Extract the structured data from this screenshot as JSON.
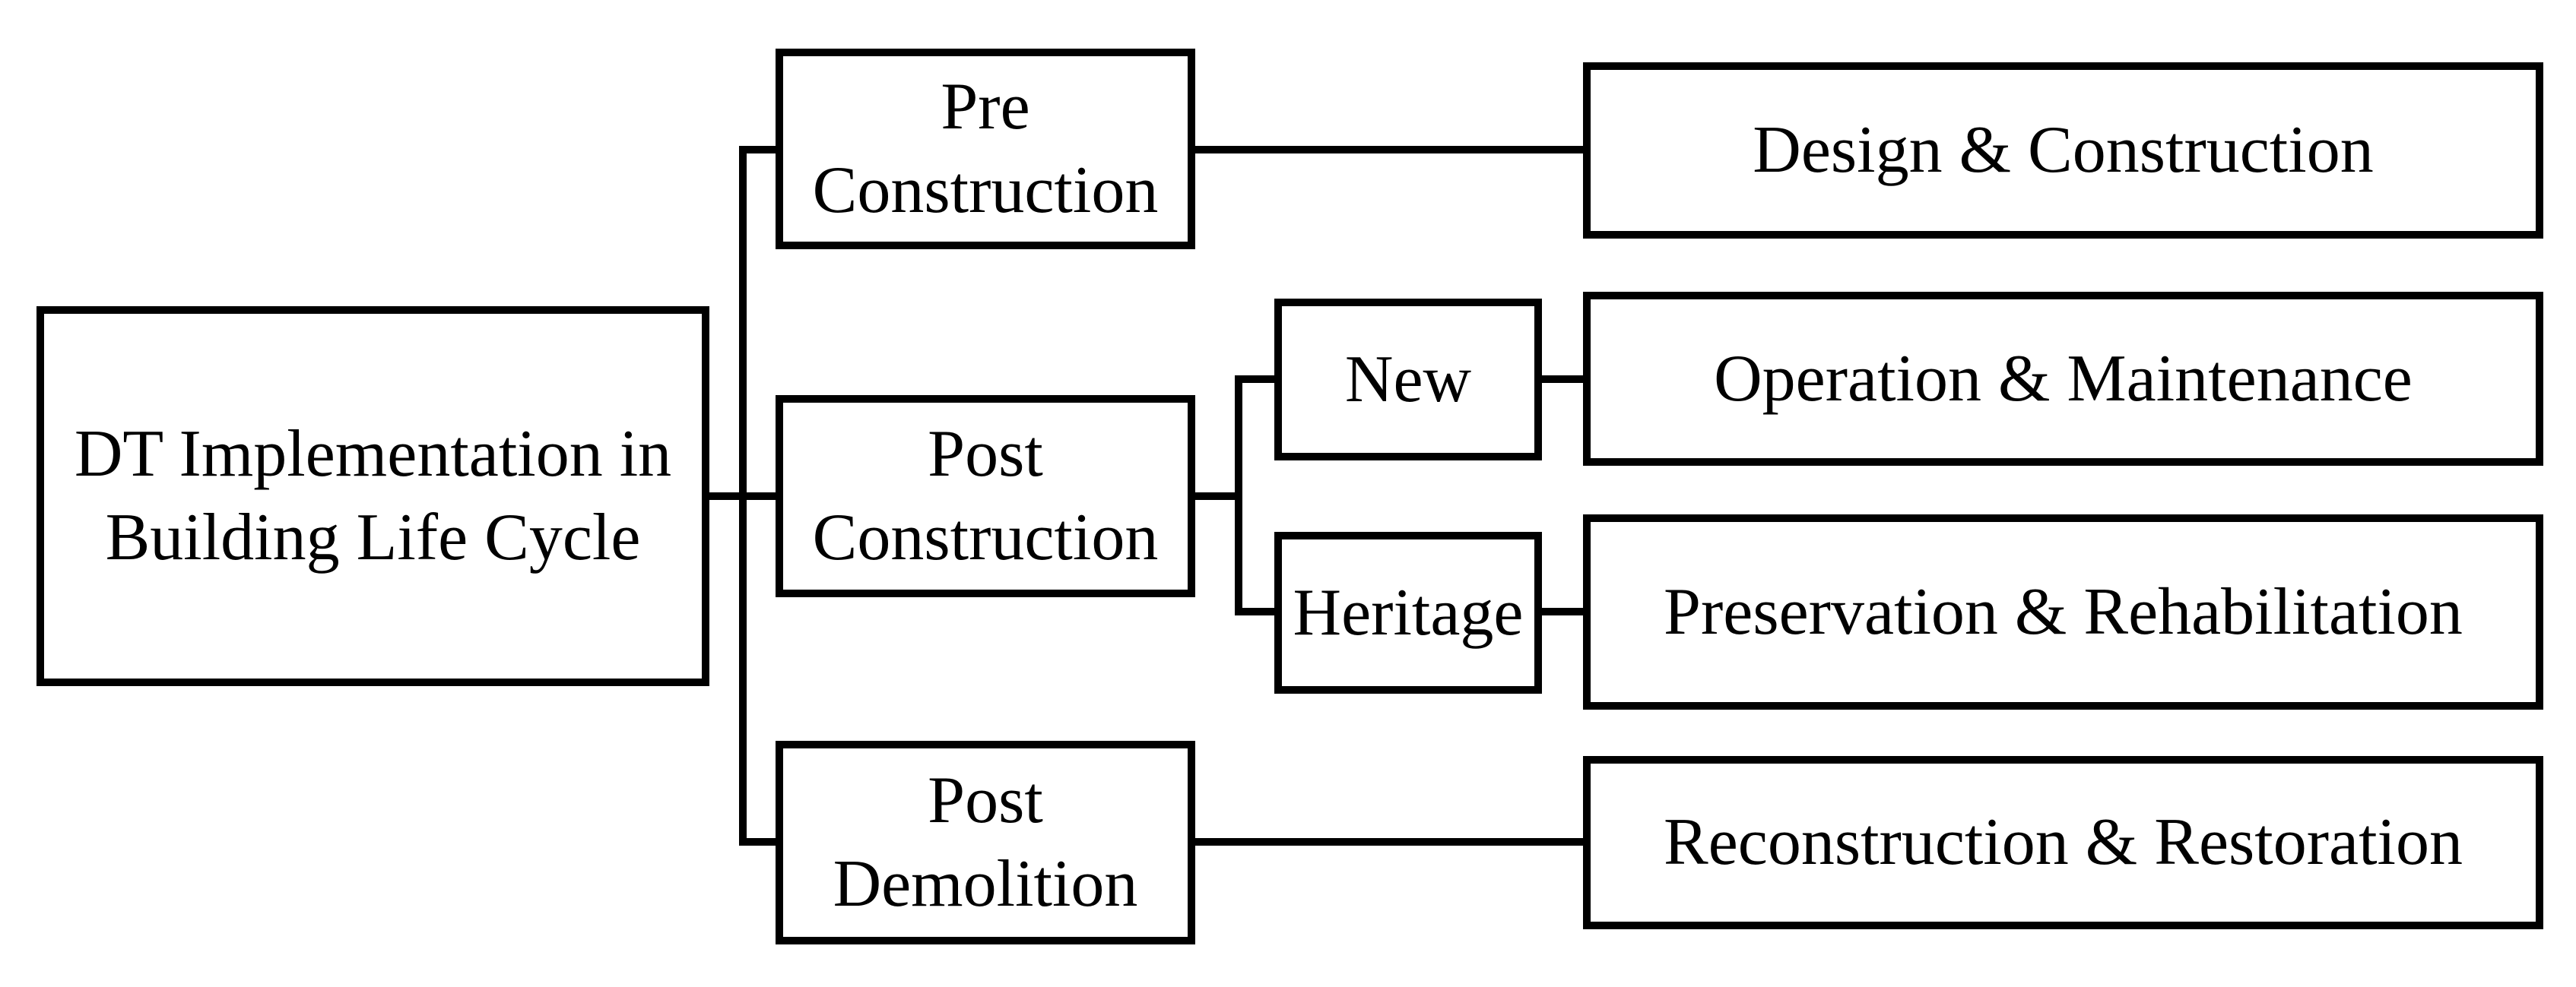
{
  "diagram_title": "DT Implementation in Building Life Cycle",
  "nodes": {
    "root": {
      "lines": [
        "DT Implementation in",
        "Building Life Cycle"
      ]
    },
    "pre_construction": {
      "lines": [
        "Pre",
        "Construction"
      ]
    },
    "design_construction": {
      "lines": [
        "Design & Construction"
      ]
    },
    "post_construction": {
      "lines": [
        "Post",
        "Construction"
      ]
    },
    "new": {
      "lines": [
        "New"
      ]
    },
    "operation_maintenance": {
      "lines": [
        "Operation & Maintenance"
      ]
    },
    "heritage": {
      "lines": [
        "Heritage"
      ]
    },
    "preservation_rehabilitation": {
      "lines": [
        "Preservation & Rehabilitation"
      ]
    },
    "post_demolition": {
      "lines": [
        "Post",
        "Demolition"
      ]
    },
    "reconstruction_restoration": {
      "lines": [
        "Reconstruction & Restoration"
      ]
    }
  },
  "edges": [
    {
      "from": "root",
      "to": "pre_construction"
    },
    {
      "from": "root",
      "to": "post_construction"
    },
    {
      "from": "root",
      "to": "post_demolition"
    },
    {
      "from": "pre_construction",
      "to": "design_construction"
    },
    {
      "from": "post_construction",
      "to": "new"
    },
    {
      "from": "post_construction",
      "to": "heritage"
    },
    {
      "from": "new",
      "to": "operation_maintenance"
    },
    {
      "from": "heritage",
      "to": "preservation_rehabilitation"
    },
    {
      "from": "post_demolition",
      "to": "reconstruction_restoration"
    }
  ],
  "colors": {
    "line": "#000000",
    "text": "#000000",
    "background": "#ffffff"
  }
}
